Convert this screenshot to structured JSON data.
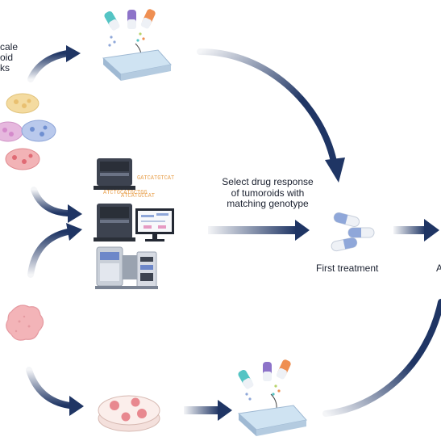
{
  "labels": {
    "fragment_left": "cale\noid\nks",
    "select_text": "Select drug response\nof tumoroids with\nmatching genotype",
    "first_treatment": "First treatment",
    "edge_letter": "A"
  },
  "sequence_text": {
    "line1": "GATCATGTCAT",
    "line2": "ATCTGCATGCTGG",
    "line3": "ATCATGCCAT"
  },
  "colors": {
    "arrow_dark": "#1f3564",
    "arrow_light": "#dfe6f1",
    "plate_blue": "#cfe3f2",
    "dish_pink": "#e8888f",
    "tumoroid_pink": "#f3b4b8",
    "pill_blue": "#8fa7d9",
    "pill_white": "#eef1f6",
    "vial_teal": "#54c4c4",
    "vial_purple": "#8d73c9",
    "vial_orange": "#ef8f52",
    "sequence_orange": "#e8a04d"
  }
}
